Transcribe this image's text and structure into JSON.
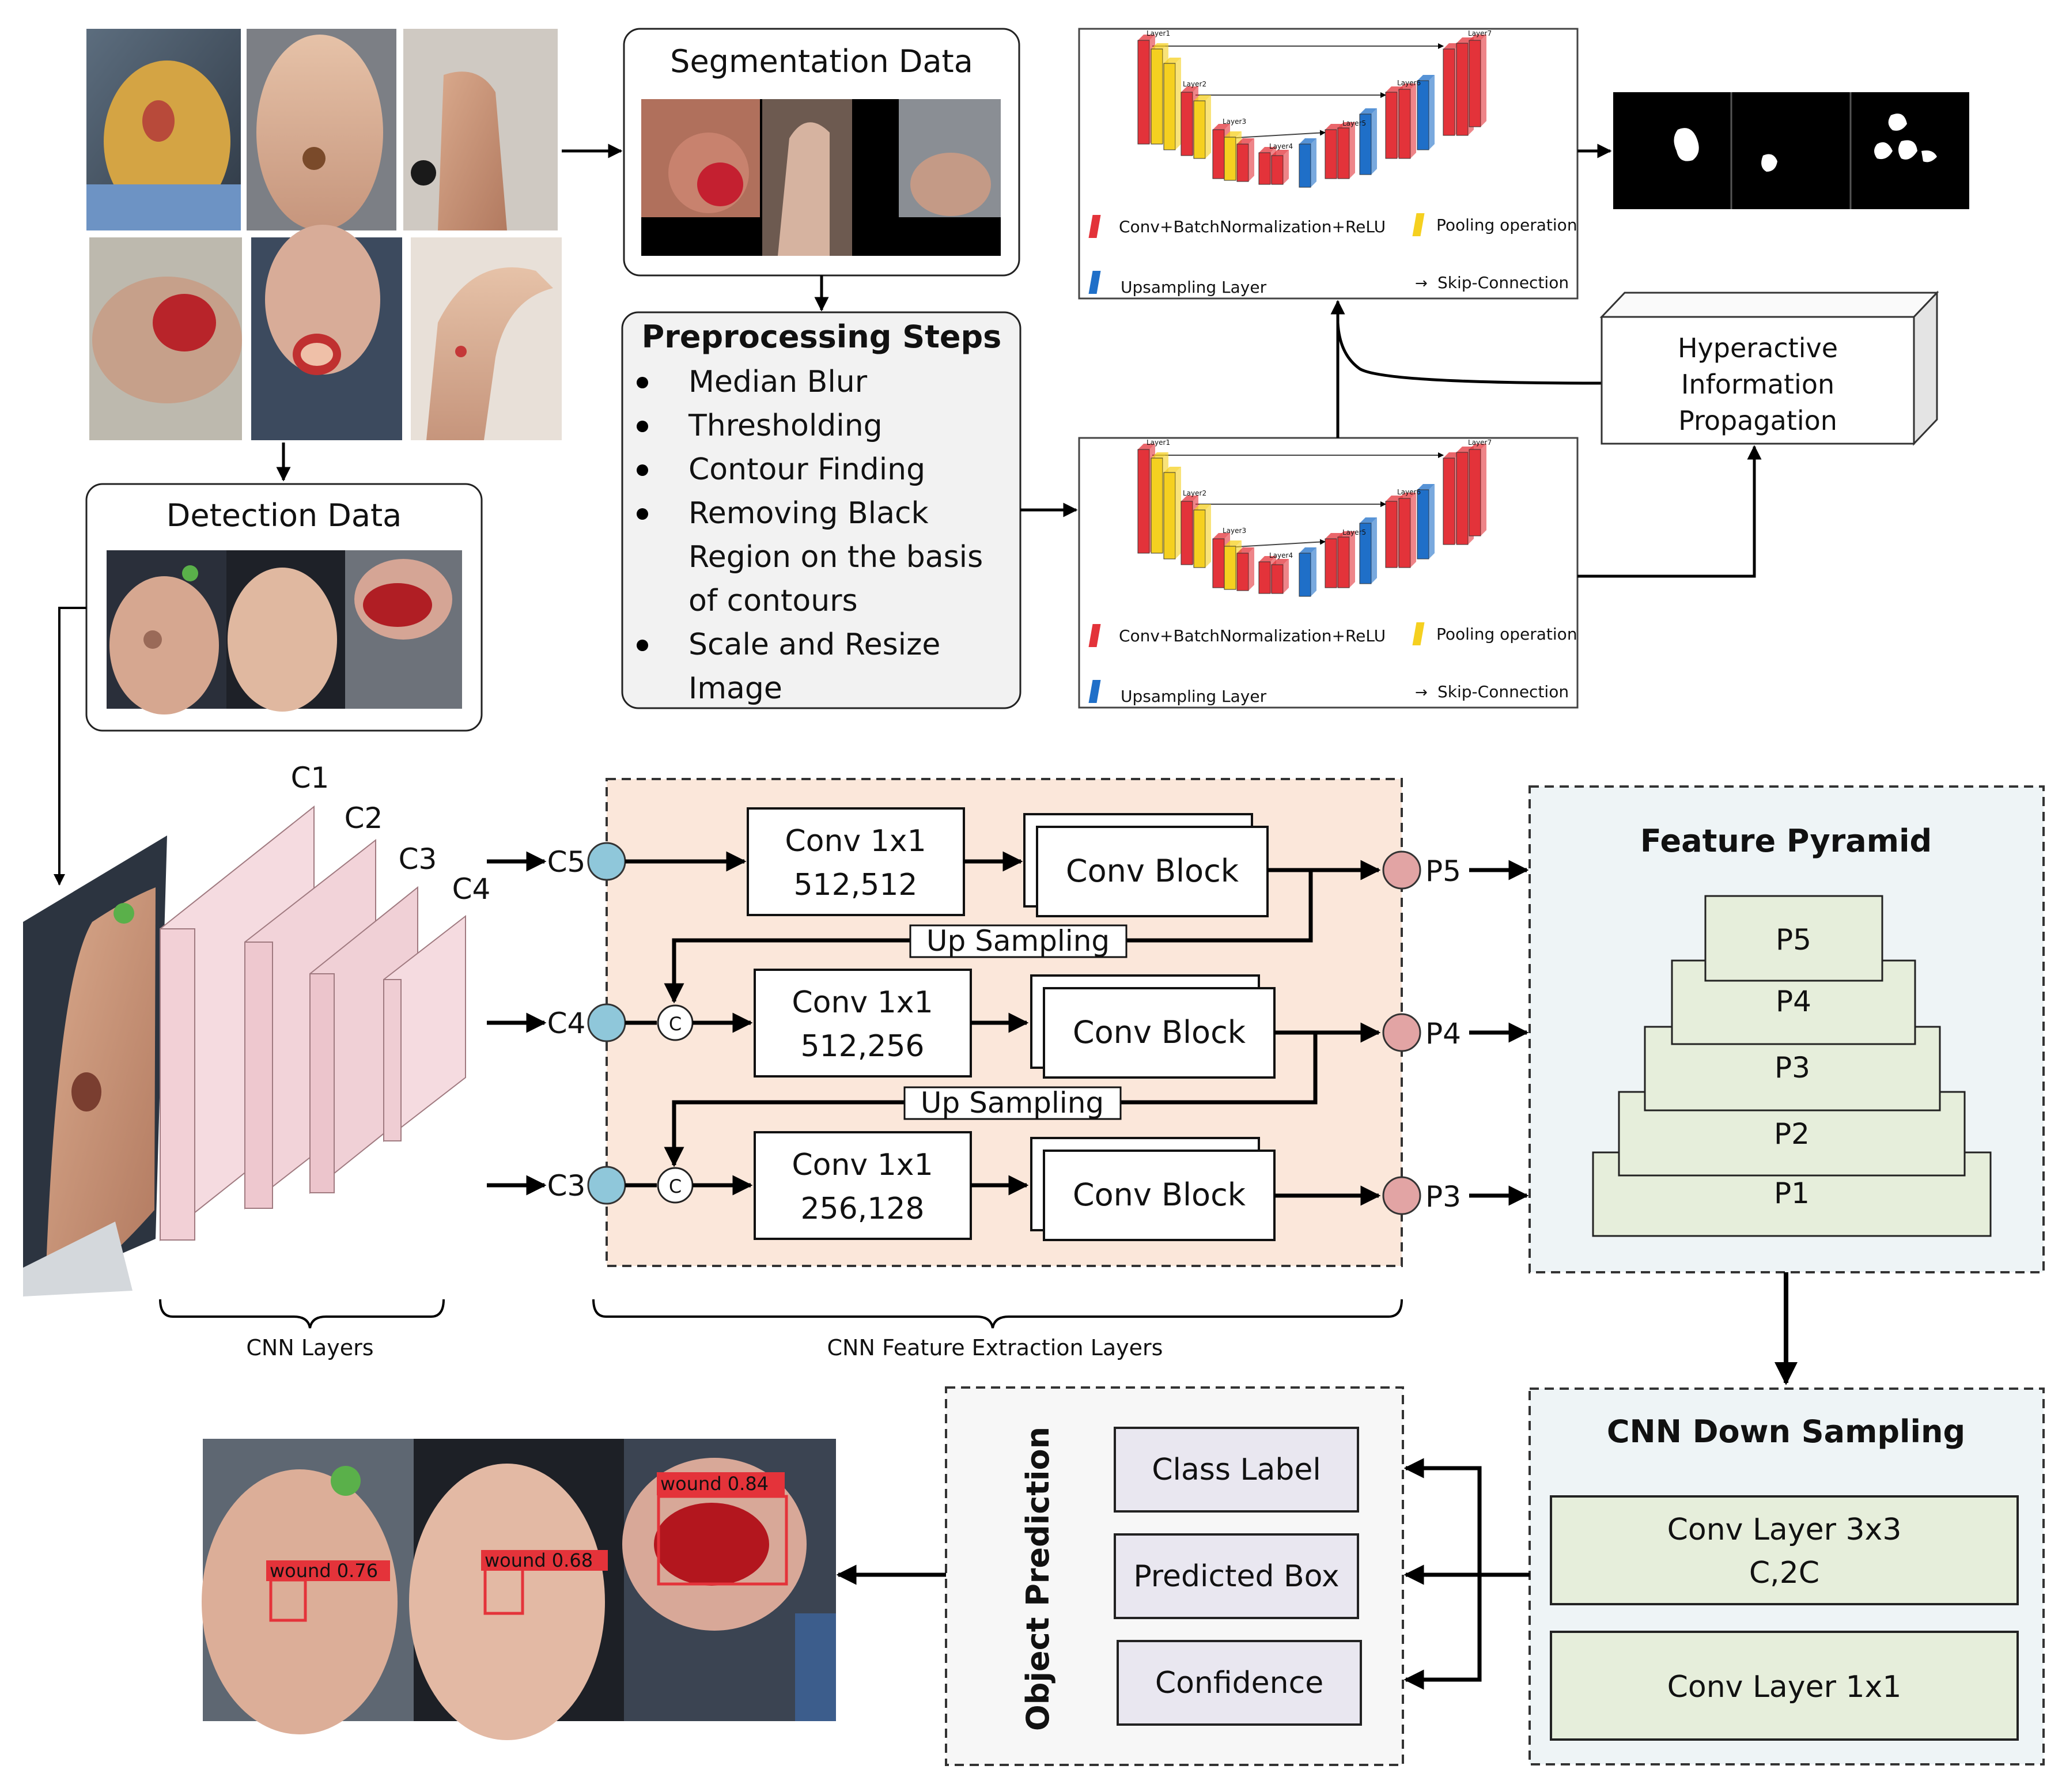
{
  "segmentation": {
    "title": "Segmentation Data"
  },
  "detection": {
    "title": "Detection Data"
  },
  "preprocessing": {
    "title": "Preprocessing Steps",
    "steps": [
      [
        "Median Blur"
      ],
      [
        "Thresholding"
      ],
      [
        "Contour Finding"
      ],
      [
        "Removing Black",
        "Region on the basis",
        "of contours"
      ],
      [
        "Scale and Resize",
        "Image"
      ]
    ]
  },
  "unet": {
    "layer_labels": [
      "Layer1",
      "Layer2",
      "Layer3",
      "Layer4",
      "Layer5",
      "Layer6",
      "Layer7"
    ],
    "legend": {
      "conv": "Conv+BatchNormalization+ReLU",
      "pool": "Pooling operation",
      "upsample": "Upsampling Layer",
      "skip": "Skip-Connection"
    }
  },
  "hip": {
    "lines": [
      "Hyperactive",
      "Information",
      "Propagation"
    ]
  },
  "cnn": {
    "layers": [
      "C1",
      "C2",
      "C3",
      "C4"
    ],
    "caption": "CNN Layers"
  },
  "fpn": {
    "inputs": [
      "C5",
      "C4",
      "C3"
    ],
    "conv1x1": [
      {
        "line1": "Conv 1x1",
        "line2": "512,512"
      },
      {
        "line1": "Conv 1x1",
        "line2": "512,256"
      },
      {
        "line1": "Conv 1x1",
        "line2": "256,128"
      }
    ],
    "conv_block": "Conv Block",
    "upsampling": "Up Sampling",
    "concat": "C",
    "outputs": [
      "P5",
      "P4",
      "P3"
    ],
    "caption": "CNN Feature Extraction Layers"
  },
  "pyramid": {
    "title": "Feature Pyramid",
    "levels": [
      "P5",
      "P4",
      "P3",
      "P2",
      "P1"
    ]
  },
  "downsampling": {
    "title": "CNN Down Sampling",
    "layers": [
      {
        "line1": "Conv Layer 3x3",
        "line2": "C,2C"
      },
      {
        "line1": "Conv Layer 1x1",
        "line2": ""
      }
    ]
  },
  "prediction": {
    "title": "Object Prediction",
    "items": [
      "Class Label",
      "Predicted Box",
      "Confidence"
    ]
  },
  "results": {
    "detections": [
      "wound  0.76",
      "wound  0.68",
      "wound  0.84"
    ]
  },
  "colors": {
    "conv_red": "#e3333a",
    "pool_yellow": "#f5d020",
    "upsample_blue": "#1f6fc8",
    "fpn_bg": "#fbe7da",
    "pyramid_bg": "#eef4f6",
    "pyramid_level": "#e6eedb",
    "predict_item": "#e9e7f0",
    "input_node": "#8fc7da",
    "output_node": "#e2a4a4",
    "cnn_face": "#f5dbe0"
  }
}
